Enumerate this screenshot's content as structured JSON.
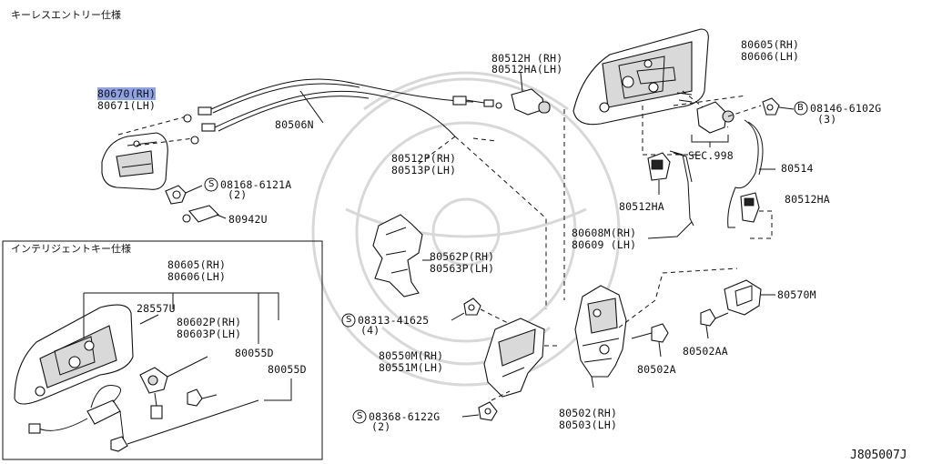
{
  "header": {
    "section_title": "キーレスエントリー仕様",
    "inset_title": "インテリジェントキー仕様",
    "diagram_id": "J805007J"
  },
  "callouts": {
    "handle_inner_rh": "80670(RH)",
    "handle_inner_lh": "80671(LH)",
    "cable": "80506N",
    "screw_s08168": "08168-6121A",
    "screw_s08168_qty": "(2)",
    "part_80942u": "80942U",
    "rod_80512h_rh": "80512H (RH)",
    "rod_80512ha_lh": "80512HA(LH)",
    "rod_80512p_rh": "80512P(RH)",
    "rod_80513p_lh": "80513P(LH)",
    "outer_handle_rh": "80605(RH)",
    "outer_handle_lh": "80606(LH)",
    "bolt_b08146": "08146-6102G",
    "bolt_b08146_qty": "(3)",
    "sec_998": "SEC.998",
    "rod_80514": "80514",
    "clip_80512ha_a": "80512HA",
    "clip_80512ha_b": "80512HA",
    "rod_80608m_rh": "80608M(RH)",
    "rod_80609_lh": "80609 (LH)",
    "protector_rh": "80562P(RH)",
    "protector_lh": "80563P(LH)",
    "screw_s08313": "08313-41625",
    "screw_s08313_qty": "(4)",
    "cover_rh": "80550M(RH)",
    "cover_lh": "80551M(LH)",
    "screw_s08368": "08368-6122G",
    "screw_s08368_qty": "(2)",
    "lock_rh": "80502(RH)",
    "lock_lh": "80503(LH)",
    "screw_80502a": "80502A",
    "screw_80502aa": "80502AA",
    "striker_80570m": "80570M",
    "inset_outer_rh": "80605(RH)",
    "inset_outer_lh": "80606(LH)",
    "inset_28557u": "28557U",
    "inset_80602p_rh": "80602P(RH)",
    "inset_80603p_lh": "80603P(LH)",
    "inset_80055d_a": "80055D",
    "inset_80055d_b": "80055D"
  },
  "symbols": {
    "s_mark": "S",
    "b_mark": "B"
  }
}
